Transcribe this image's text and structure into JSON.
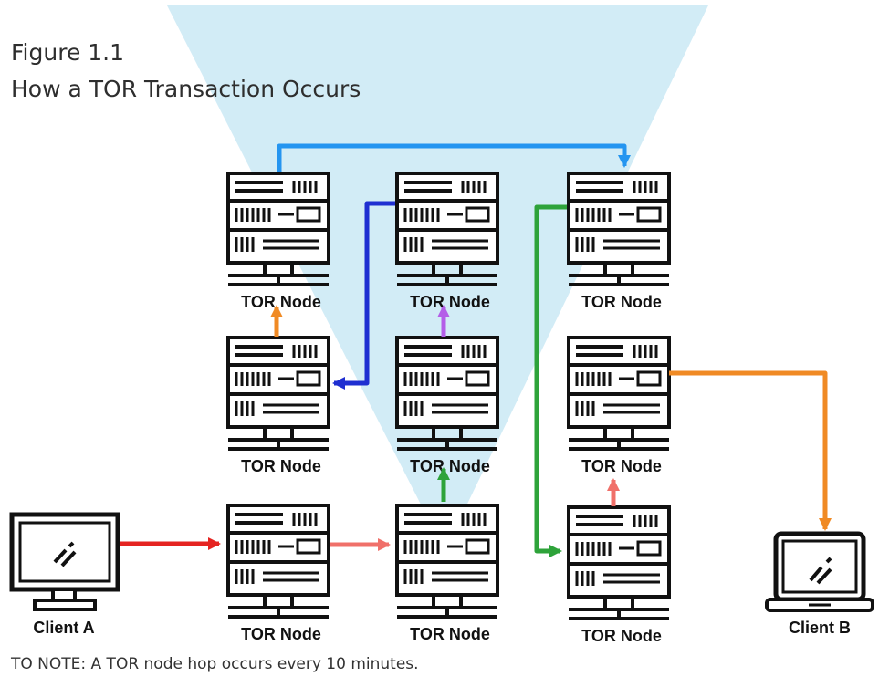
{
  "figure": {
    "number": "Figure 1.1",
    "title": "How a TOR Transaction Occurs"
  },
  "nodes": [
    {
      "id": "r1c1",
      "label": "TOR Node"
    },
    {
      "id": "r1c2",
      "label": "TOR Node"
    },
    {
      "id": "r1c3",
      "label": "TOR Node"
    },
    {
      "id": "r2c1",
      "label": "TOR Node"
    },
    {
      "id": "r2c2",
      "label": "TOR Node"
    },
    {
      "id": "r2c3",
      "label": "TOR Node"
    },
    {
      "id": "r3c1",
      "label": "TOR Node"
    },
    {
      "id": "r3c2",
      "label": "TOR Node"
    },
    {
      "id": "r3c3",
      "label": "TOR Node"
    }
  ],
  "clients": {
    "a": {
      "label": "Client A",
      "type": "desktop-monitor"
    },
    "b": {
      "label": "Client B",
      "type": "laptop"
    }
  },
  "connections": [
    {
      "from": "client-a",
      "to": "r3c1",
      "color": "#e52421"
    },
    {
      "from": "r3c1",
      "to": "r3c2",
      "color": "#f0706a"
    },
    {
      "from": "r3c2",
      "to": "r2c2",
      "color": "#2ea33a"
    },
    {
      "from": "r2c2",
      "to": "r1c2",
      "color": "#b45ee8"
    },
    {
      "from": "r1c2",
      "to": "r2c1",
      "color": "#1f2fd1"
    },
    {
      "from": "r2c1",
      "to": "r1c1",
      "color": "#f08a24"
    },
    {
      "from": "r1c1",
      "to": "r1c3",
      "color": "#2495f0"
    },
    {
      "from": "r1c3",
      "to": "r3c3",
      "color": "#2ea33a"
    },
    {
      "from": "r3c3",
      "to": "r2c3",
      "color": "#f0706a"
    },
    {
      "from": "r2c3",
      "to": "client-b",
      "color": "#f08a24"
    }
  ],
  "note": "TO NOTE: A TOR node  hop occurs every 10 minutes.",
  "icons": {
    "node": "server-rack-icon",
    "client_a": "desktop-monitor-icon",
    "client_b": "laptop-icon"
  }
}
